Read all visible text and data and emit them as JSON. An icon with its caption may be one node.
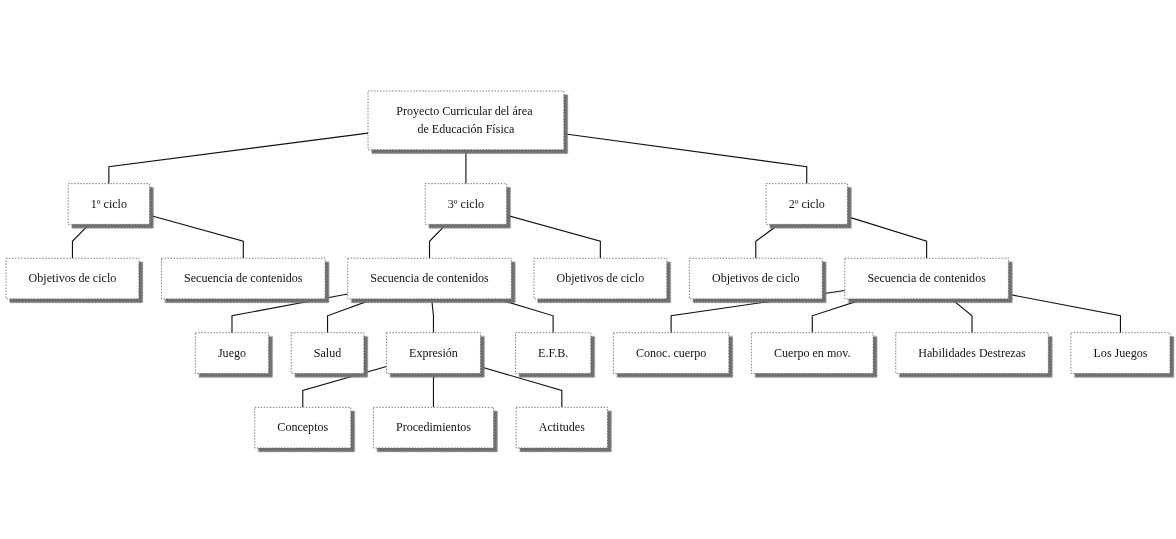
{
  "diagram": {
    "nodes": [
      {
        "text": [
          "Proyecto Curricular del área de Educación Física"
        ]
      },
      {
        "text": [
          "1º ciclo"
        ]
      },
      {
        "text": [
          "3º ciclo"
        ]
      },
      {
        "text": [
          "2º ciclo"
        ]
      },
      {
        "text": [
          "Objetivos de ciclo"
        ]
      },
      {
        "text": [
          "Secuencia de contenidos"
        ]
      },
      {
        "text": [
          "Secuencia de contenidos"
        ]
      },
      {
        "text": [
          "Objetivos de ciclo"
        ]
      },
      {
        "text": [
          "Objetivos de ciclo"
        ]
      },
      {
        "text": [
          "Secuencia de contenidos"
        ]
      },
      {
        "text": [
          "Juego"
        ]
      },
      {
        "text": [
          "Salud"
        ]
      },
      {
        "text": [
          "Expresión"
        ]
      },
      {
        "text": [
          "E.F.B."
        ]
      },
      {
        "text": [
          "Conoc. cuerpo"
        ]
      },
      {
        "text": [
          "Cuerpo en mov."
        ]
      },
      {
        "text": [
          "Habilidades Destrezas"
        ]
      },
      {
        "text": [
          "Los Juegos"
        ]
      },
      {
        "text": [
          "Conceptos"
        ]
      },
      {
        "text": [
          "Procedimientos"
        ]
      },
      {
        "text": [
          "Actitudes"
        ]
      }
    ],
    "edges": [
      {
        "from": 0,
        "to": 1,
        "arrow": "none"
      },
      {
        "from": 0,
        "to": 2,
        "arrow": "none"
      },
      {
        "from": 0,
        "to": 3,
        "arrow": "none"
      },
      {
        "from": 1,
        "to": 4,
        "arrow": "none"
      },
      {
        "from": 1,
        "to": 5,
        "arrow": "none"
      },
      {
        "from": 2,
        "to": 6,
        "arrow": "none"
      },
      {
        "from": 2,
        "to": 7,
        "arrow": "none"
      },
      {
        "from": 3,
        "to": 8,
        "arrow": "none"
      },
      {
        "from": 3,
        "to": 9,
        "arrow": "none"
      },
      {
        "from": 6,
        "to": 10,
        "arrow": "none"
      },
      {
        "from": 6,
        "to": 11,
        "arrow": "none"
      },
      {
        "from": 6,
        "to": 12,
        "arrow": "none"
      },
      {
        "from": 6,
        "to": 13,
        "arrow": "none"
      },
      {
        "from": 9,
        "to": 14,
        "arrow": "none"
      },
      {
        "from": 9,
        "to": 15,
        "arrow": "none"
      },
      {
        "from": 9,
        "to": 16,
        "arrow": "none"
      },
      {
        "from": 9,
        "to": 17,
        "arrow": "none"
      },
      {
        "from": 12,
        "to": 18,
        "arrow": "none"
      },
      {
        "from": 12,
        "to": 19,
        "arrow": "none"
      },
      {
        "from": 12,
        "to": 20,
        "arrow": "none"
      }
    ]
  }
}
